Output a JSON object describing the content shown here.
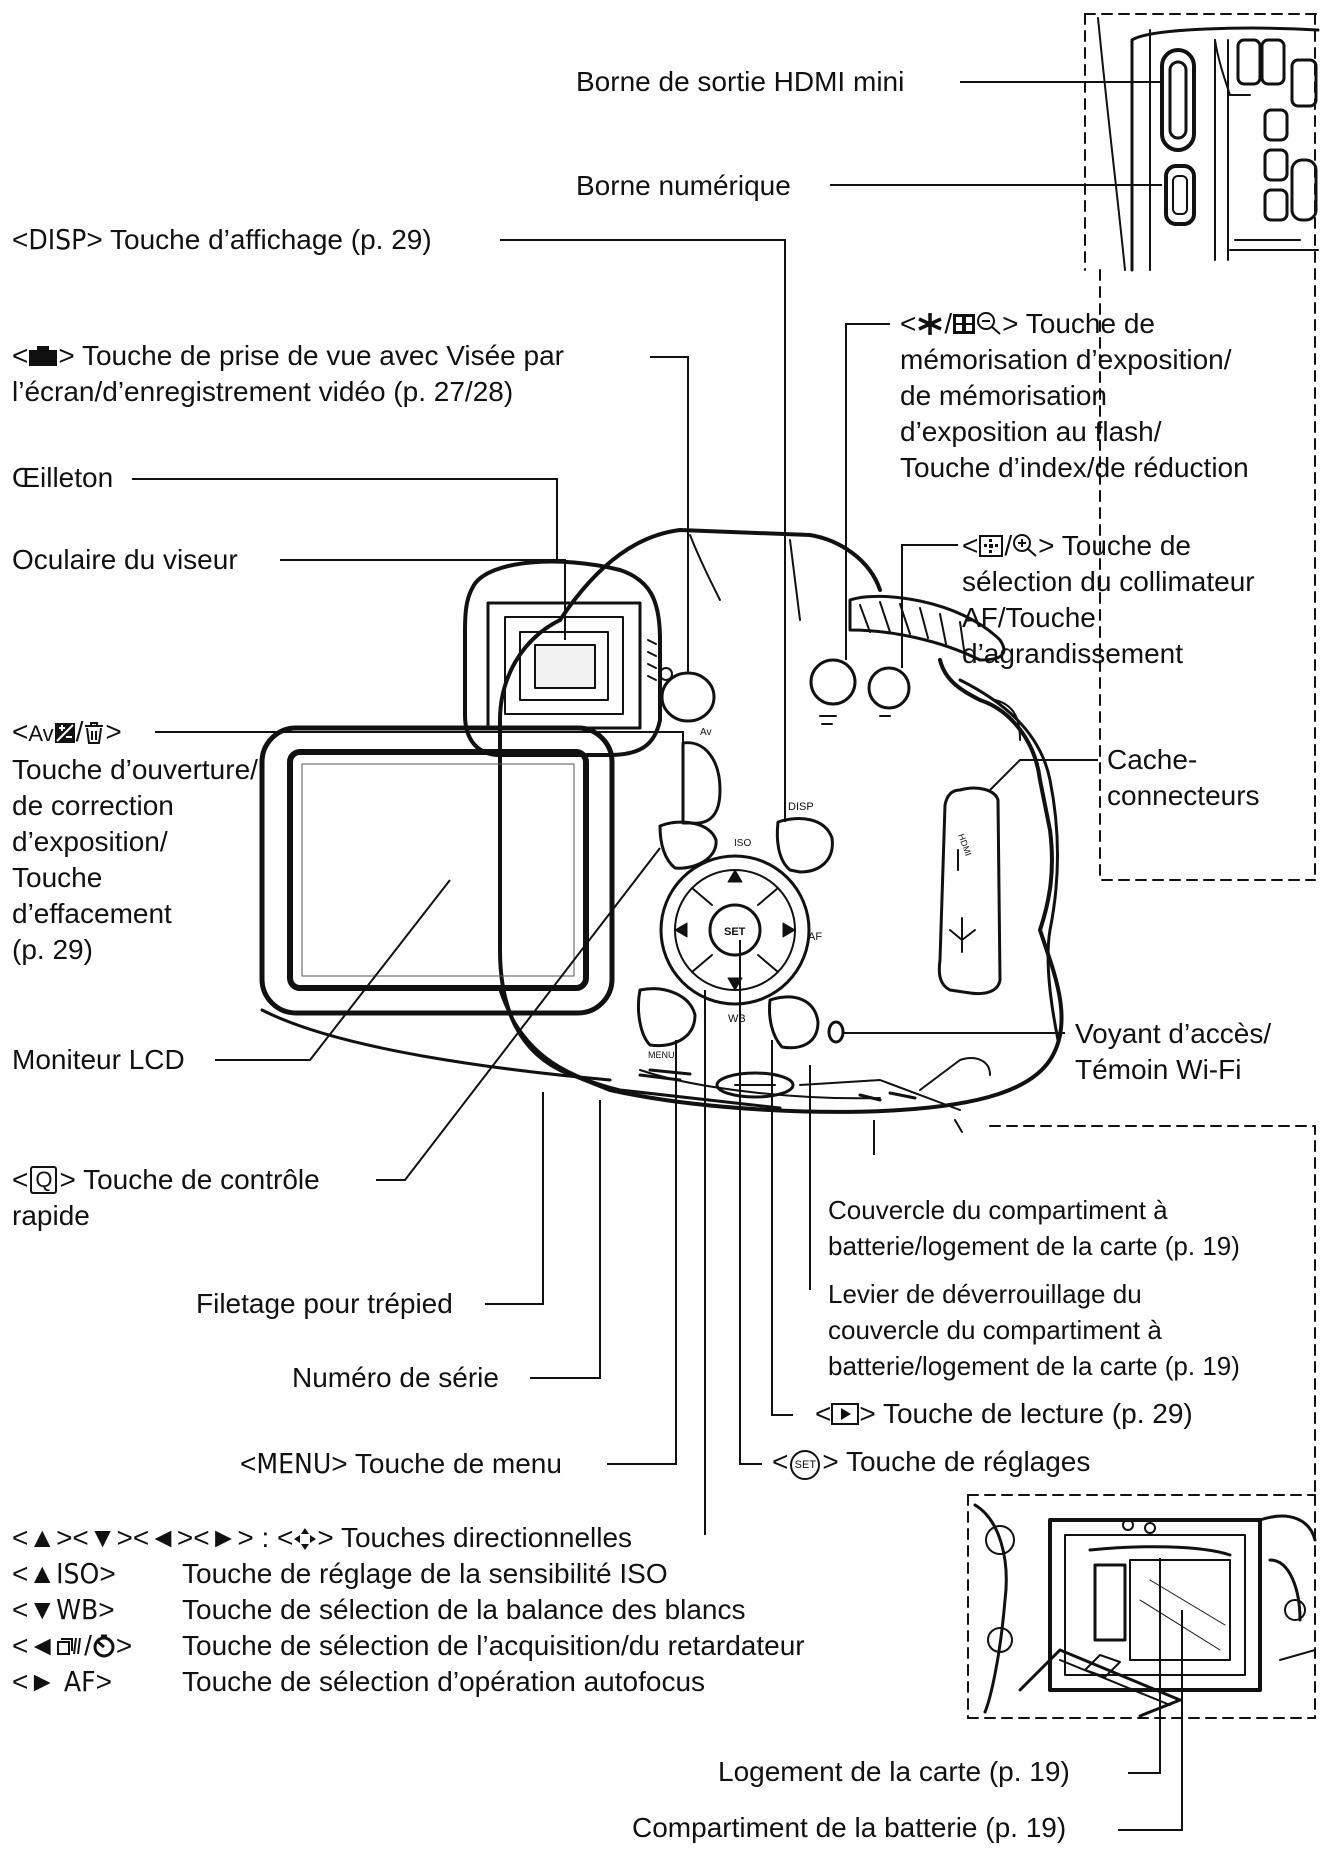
{
  "labels": {
    "hdmi": "Borne de sortie HDMI mini",
    "digital": "Borne numérique",
    "disp": {
      "symbol": "DISP",
      "text": "Touche d’affichage (p. 29)"
    },
    "liveview": {
      "line1": "Touche de prise de vue avec Visée par",
      "line2": "l’écran/d’enregistrement vidéo (p. 27/28)"
    },
    "eyecup": "Œilleton",
    "eyepiece": "Oculaire du viseur",
    "ae_lock": {
      "line1": "Touche de",
      "line2": "mémorisation d’exposition/",
      "line3": "de mémorisation",
      "line4": "d’exposition au flash/",
      "line5": "Touche d’index/de réduction"
    },
    "af_point": {
      "line1": "Touche de",
      "line2": "sélection du collimateur",
      "line3": "AF/Touche",
      "line4": "d’agrandissement"
    },
    "aperture": {
      "symbol": "Av",
      "line1": "Touche d’ouverture/",
      "line2": "de correction",
      "line3": "d’exposition/",
      "line4": "Touche",
      "line5": "d’effacement",
      "line6": "(p. 29)"
    },
    "terminal_cover": {
      "line1": "Cache-",
      "line2": "connecteurs"
    },
    "lcd": "Moniteur LCD",
    "access_lamp": {
      "line1": "Voyant d’accès/",
      "line2": "Témoin Wi-Fi"
    },
    "quick_control": {
      "symbol": "Q",
      "line1": "Touche de contrôle",
      "line2": "rapide"
    },
    "battery_cover": {
      "line1": "Couvercle du compartiment à",
      "line2": "batterie/logement de la carte (p. 19)"
    },
    "release_lever": {
      "line1": "Levier de déverrouillage du",
      "line2": "couvercle du compartiment à",
      "line3": "batterie/logement de la carte (p. 19)"
    },
    "tripod": "Filetage pour trépied",
    "serial": "Numéro de série",
    "playback": {
      "text": "Touche de lecture (p. 29)"
    },
    "menu": {
      "symbol": "MENU",
      "text": "Touche de menu"
    },
    "set": {
      "symbol": "SET",
      "text": "Touche de réglages"
    },
    "cross_keys": {
      "header": "Touches directionnelles",
      "rows": [
        {
          "key": "ISO",
          "text": "Touche de réglage de la sensibilité ISO"
        },
        {
          "key": "WB",
          "text": "Touche de sélection de la balance des blancs"
        },
        {
          "key": "",
          "text": "Touche de sélection de l’acquisition/du retardateur"
        },
        {
          "key": "AF",
          "text": "Touche de sélection d’opération autofocus"
        }
      ]
    },
    "card_slot": "Logement de la carte (p. 19)",
    "battery_compartment": "Compartiment de la batterie (p. 19)"
  },
  "camera_markings": {
    "disp": "DISP",
    "set": "SET",
    "af": "AF",
    "wb": "WB",
    "menu": "MENU",
    "iso": "ISO",
    "hdmi": "HDMI",
    "av": "Av"
  },
  "colors": {
    "ink": "#111111",
    "paper": "#ffffff"
  }
}
